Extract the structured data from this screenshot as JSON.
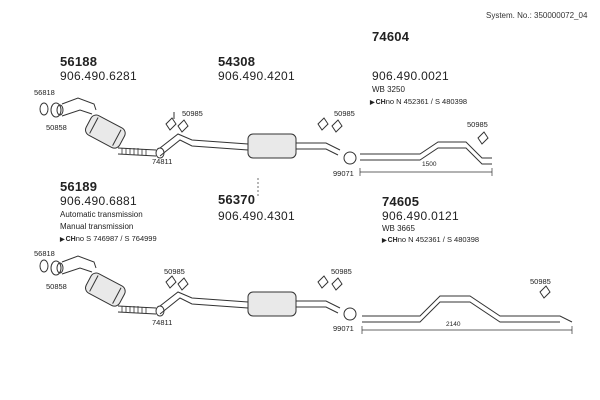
{
  "system_no": "System. No.: 350000072_04",
  "groups": [
    {
      "code": "56188",
      "number": "906.490.6281"
    },
    {
      "code": "54308",
      "number": "906.490.4201"
    },
    {
      "code": "74604",
      "number": "906.490.0021",
      "wb": "WB 3250",
      "ch_prefix": "CH",
      "ch_text": "no N 452361 / S 480398"
    },
    {
      "code": "56189",
      "number": "906.490.6881",
      "line1": "Automatic transmission",
      "line2": "Manual transmission",
      "ch_prefix": "CH",
      "ch_text": "no S 746987 / S 764999"
    },
    {
      "code": "56370",
      "number": "906.490.4301"
    },
    {
      "code": "74605",
      "number": "906.490.0121",
      "wb": "WB 3665",
      "ch_prefix": "CH",
      "ch_text": "no N 452361 / S 480398"
    }
  ],
  "parts": {
    "p56818": "56818",
    "p50858": "50858",
    "p74811": "74811",
    "p50985": "50985",
    "p99071": "99071"
  },
  "dims": {
    "top": "1500",
    "bottom": "2140"
  }
}
